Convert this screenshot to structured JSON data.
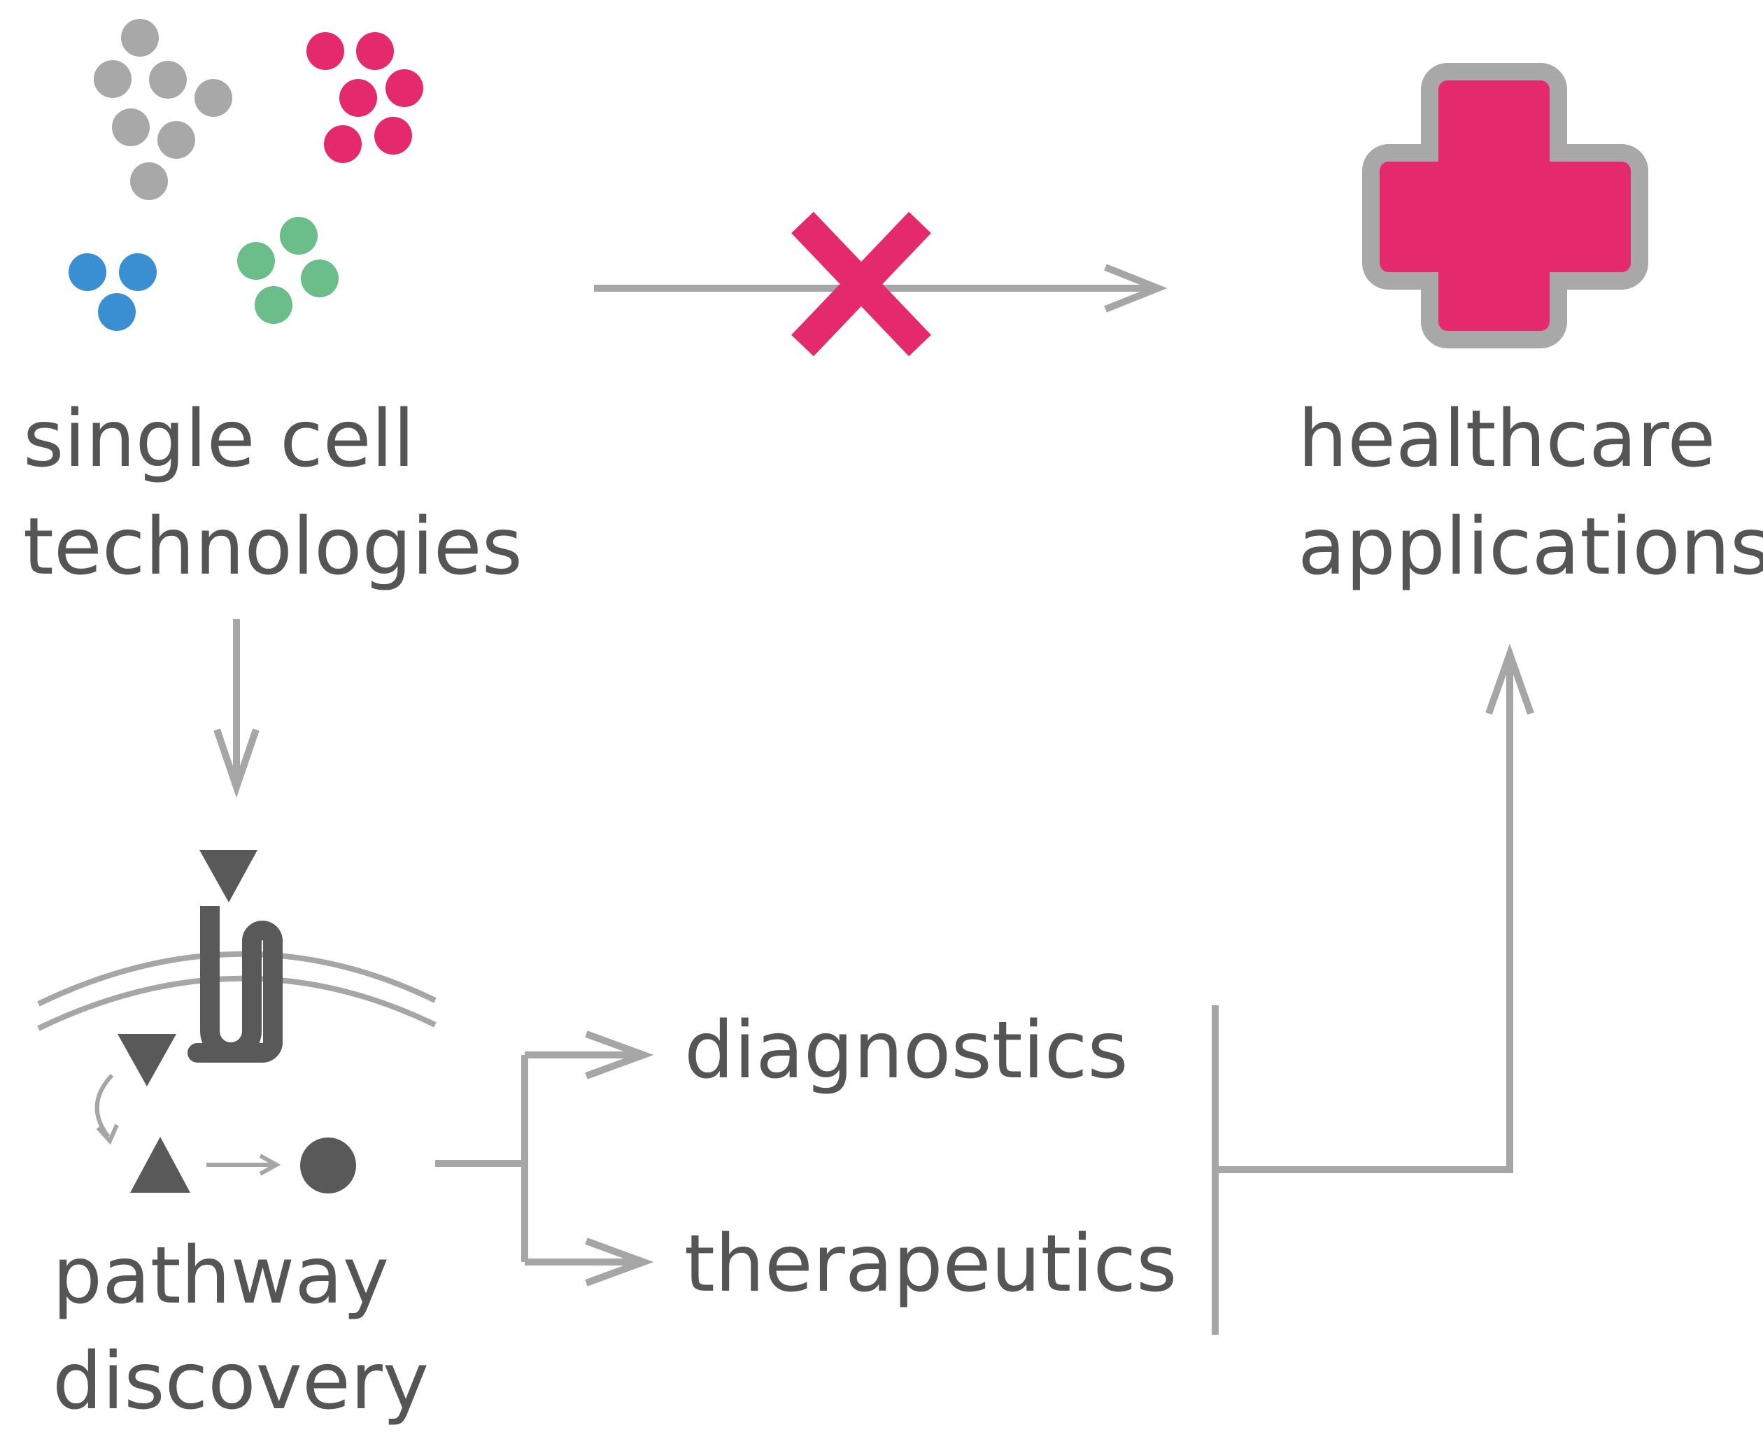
{
  "labels": {
    "single_cell_line1": "single cell",
    "single_cell_line2": "technologies",
    "healthcare_line1": "healthcare",
    "healthcare_line2": "applications",
    "pathway_line1": "pathway",
    "pathway_line2": "discovery",
    "diagnostics": "diagnostics",
    "therapeutics": "therapeutics"
  },
  "colors": {
    "arrow_gray": "#a6a6a6",
    "text": "#555555",
    "dark_shape": "#595959",
    "pink": "#e5296d",
    "gray_cell": "#a8a8a8",
    "blue_cell": "#3a8fd3",
    "green_cell": "#6bbd8a"
  },
  "icons": [
    "cell-cluster-icon",
    "cross-x-icon",
    "medical-plus-icon",
    "receptor-icon",
    "membrane-icon"
  ]
}
